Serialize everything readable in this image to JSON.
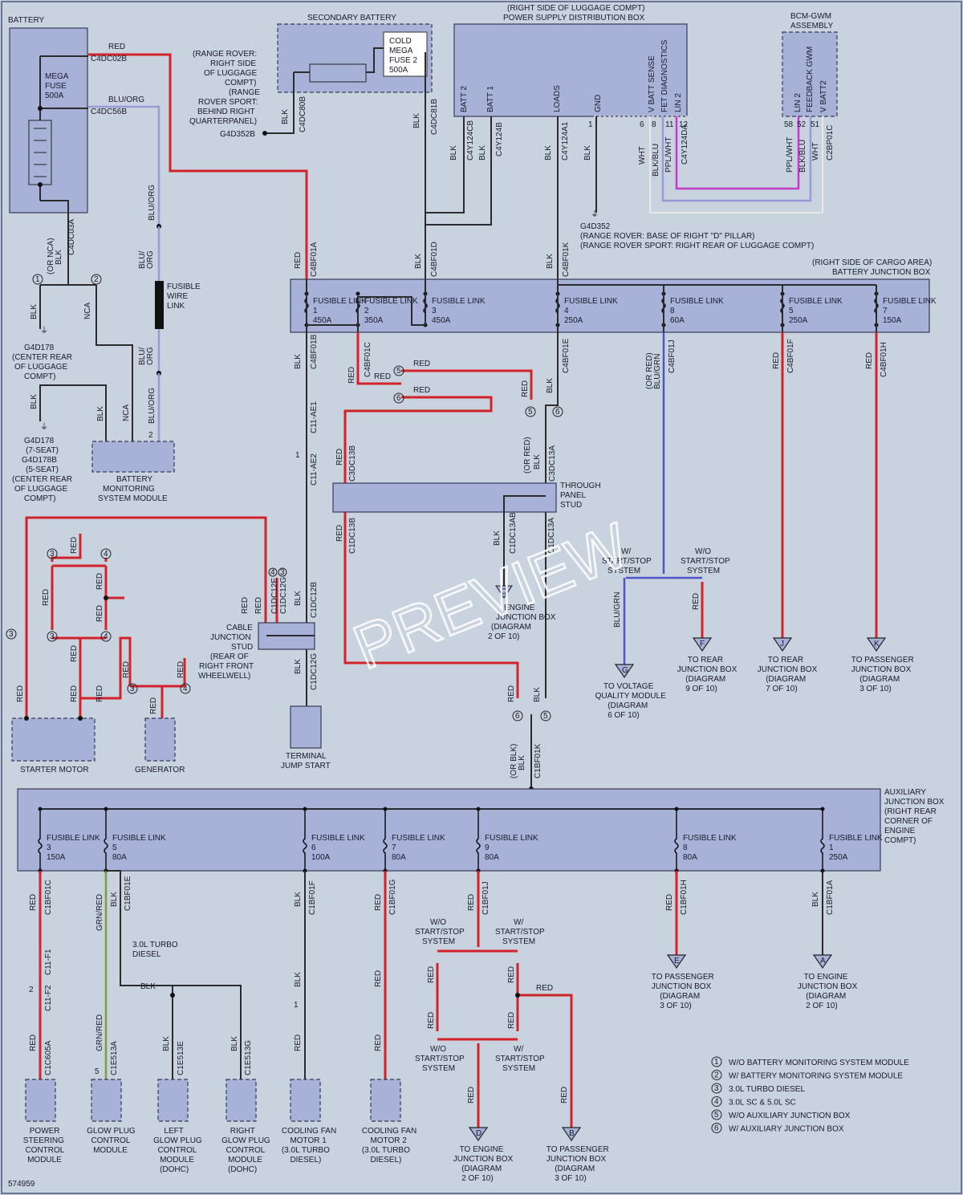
{
  "diagram": {
    "id": "574959",
    "watermark": "PREVIEW",
    "components": {
      "battery": "BATTERY",
      "mega_fuse": "MEGA FUSE 500A",
      "secondary_battery": "SECONDARY BATTERY",
      "cold_mega_fuse": "COLD MEGA FUSE 2 500A",
      "pdb_title1": "(RIGHT SIDE OF LUGGAGE COMPT)",
      "pdb_title2": "POWER SUPPLY DISTRIBUTION BOX",
      "bcm": "BCM-GWM ASSEMBLY",
      "bjb_title1": "(RIGHT SIDE OF CARGO AREA)",
      "bjb_title2": "BATTERY JUNCTION BOX",
      "bms": "BATTERY MONITORING SYSTEM MODULE",
      "fusible_wire_link": "FUSIBLE WIRE LINK",
      "through_panel_stud": "THROUGH PANEL STUD",
      "cable_junction_stud": "CABLE JUNCTION STUD (REAR OF RIGHT FRONT WHEELWELL)",
      "starter_motor": "STARTER MOTOR",
      "generator": "GENERATOR",
      "terminal_jump_start": "TERMINAL JUMP START",
      "aux_jb": "AUXILIARY JUNCTION BOX (RIGHT REAR CORNER OF ENGINE COMPT)",
      "g4d352b_note": "(RANGE ROVER: RIGHT SIDE OF LUGGAGE COMPT) (RANGE ROVER SPORT: BEHIND RIGHT QUARTERPANEL)",
      "g4d352b": "G4D352B",
      "g4d352": "G4D352",
      "g4d352_note1": "(RANGE ROVER: BASE OF RIGHT \"D\" PILLAR)",
      "g4d352_note2": "(RANGE ROVER SPORT: RIGHT REAR OF LUGGAGE COMPT)",
      "g4d178": "G4D178 (CENTER REAR OF LUGGAGE COMPT)",
      "g4d178_2": "G4D178 (7-SEAT) G4D178B (5-SEAT) (CENTER REAR OF LUGGAGE COMPT)",
      "turbo_note": "3.0L TURBO DIESEL"
    },
    "pdb_pins": [
      "BATT 2",
      "BATT 1",
      "LOADS",
      "GND",
      "V BATT SENSE",
      "FET DIAGNOSTICS",
      "LIN 2"
    ],
    "bcm_pins": [
      "LIN 2",
      "FEEDBACK GWM",
      "V BATT2"
    ],
    "bjb_links": [
      {
        "name": "FUSIBLE LINK 1",
        "rating": "450A"
      },
      {
        "name": "FUSIBLE LINK 2",
        "rating": "350A"
      },
      {
        "name": "FUSIBLE LINK 3",
        "rating": "450A"
      },
      {
        "name": "FUSIBLE LINK 4",
        "rating": "250A"
      },
      {
        "name": "FUSIBLE LINK 8",
        "rating": "60A"
      },
      {
        "name": "FUSIBLE LINK 5",
        "rating": "250A"
      },
      {
        "name": "FUSIBLE LINK 7",
        "rating": "150A"
      }
    ],
    "aux_links": [
      {
        "name": "FUSIBLE LINK 3",
        "rating": "150A"
      },
      {
        "name": "FUSIBLE LINK 5",
        "rating": "80A"
      },
      {
        "name": "FUSIBLE LINK 6",
        "rating": "100A"
      },
      {
        "name": "FUSIBLE LINK 7",
        "rating": "80A"
      },
      {
        "name": "FUSIBLE LINK 9",
        "rating": "80A"
      },
      {
        "name": "FUSIBLE LINK 8",
        "rating": "80A"
      },
      {
        "name": "FUSIBLE LINK 1",
        "rating": "250A"
      }
    ],
    "bottom_modules": [
      "POWER STEERING CONTROL MODULE",
      "GLOW PLUG CONTROL MODULE",
      "LEFT GLOW PLUG CONTROL MODULE (DOHC)",
      "RIGHT GLOW PLUG CONTROL MODULE (DOHC)",
      "COOLING FAN MOTOR 1 (3.0L TURBO DIESEL)",
      "COOLING FAN MOTOR 2 (3.0L TURBO DIESEL)"
    ],
    "connectors_right": [
      {
        "letter": "G",
        "text": "TO VOLTAGE QUALITY MODULE (DIAGRAM 6 OF 10)"
      },
      {
        "letter": "F",
        "text": "TO REAR JUNCTION BOX (DIAGRAM 9 OF 10)"
      },
      {
        "letter": "J",
        "text": "TO REAR JUNCTION BOX (DIAGRAM 7 OF 10)"
      },
      {
        "letter": "K",
        "text": "TO PASSENGER JUNCTION BOX (DIAGRAM 3 OF 10)"
      },
      {
        "letter": "E",
        "text": "TO PASSENGER JUNCTION BOX (DIAGRAM 3 OF 10)"
      },
      {
        "letter": "A",
        "text": "TO ENGINE JUNCTION BOX (DIAGRAM 2 OF 10)"
      },
      {
        "letter": "D",
        "text": "TO ENGINE JUNCTION BOX (DIAGRAM 2 OF 10)"
      },
      {
        "letter": "B",
        "text": "TO PASSENGER JUNCTION BOX (DIAGRAM 3 OF 10)"
      },
      {
        "letter": "C",
        "text": "TO ENGINE JUNCTION BOX (DIAGRAM 2 OF 10)"
      }
    ],
    "stop_start": [
      "W/ START/STOP SYSTEM",
      "W/O START/STOP SYSTEM"
    ],
    "legend": [
      {
        "num": "1",
        "text": "W/O BATTERY MONITORING SYSTEM MODULE"
      },
      {
        "num": "2",
        "text": "W/ BATTERY MONITORING SYSTEM MODULE"
      },
      {
        "num": "3",
        "text": "3.0L TURBO DIESEL"
      },
      {
        "num": "4",
        "text": "3.0L SC & 5.0L SC"
      },
      {
        "num": "5",
        "text": "W/O AUXILIARY JUNCTION BOX"
      },
      {
        "num": "6",
        "text": "W/ AUXILIARY JUNCTION BOX"
      }
    ]
  }
}
